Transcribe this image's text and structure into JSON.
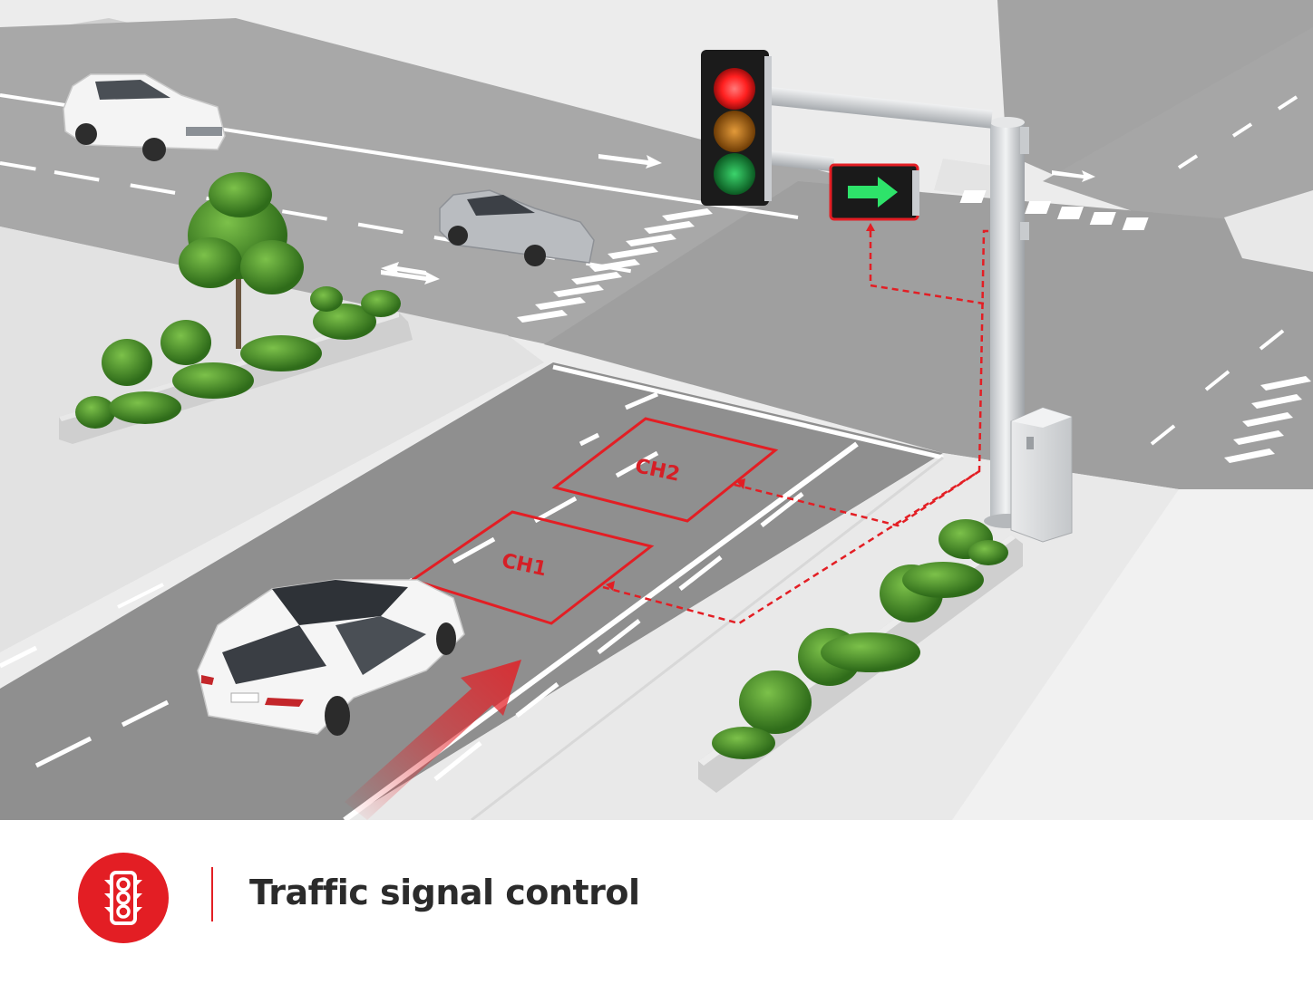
{
  "caption": {
    "title": "Traffic signal control"
  },
  "zones": {
    "ch1_label": "CH1",
    "ch2_label": "CH2"
  },
  "colors": {
    "accent": "#e31e24",
    "signal_red": "#ff2a2a",
    "signal_amber": "#d97a10",
    "signal_green": "#18b84a",
    "arrow_green": "#2ee36a",
    "foliage": "#4f9a2c"
  },
  "icons": {
    "caption_icon": "traffic-light-icon",
    "turn_signal": "arrow-right-icon",
    "direction_arrow": "arrow-up-right-icon"
  },
  "signals": {
    "main_head": {
      "lit": "red"
    },
    "turn_head": {
      "lit": "green",
      "symbol": "arrow-right"
    }
  }
}
